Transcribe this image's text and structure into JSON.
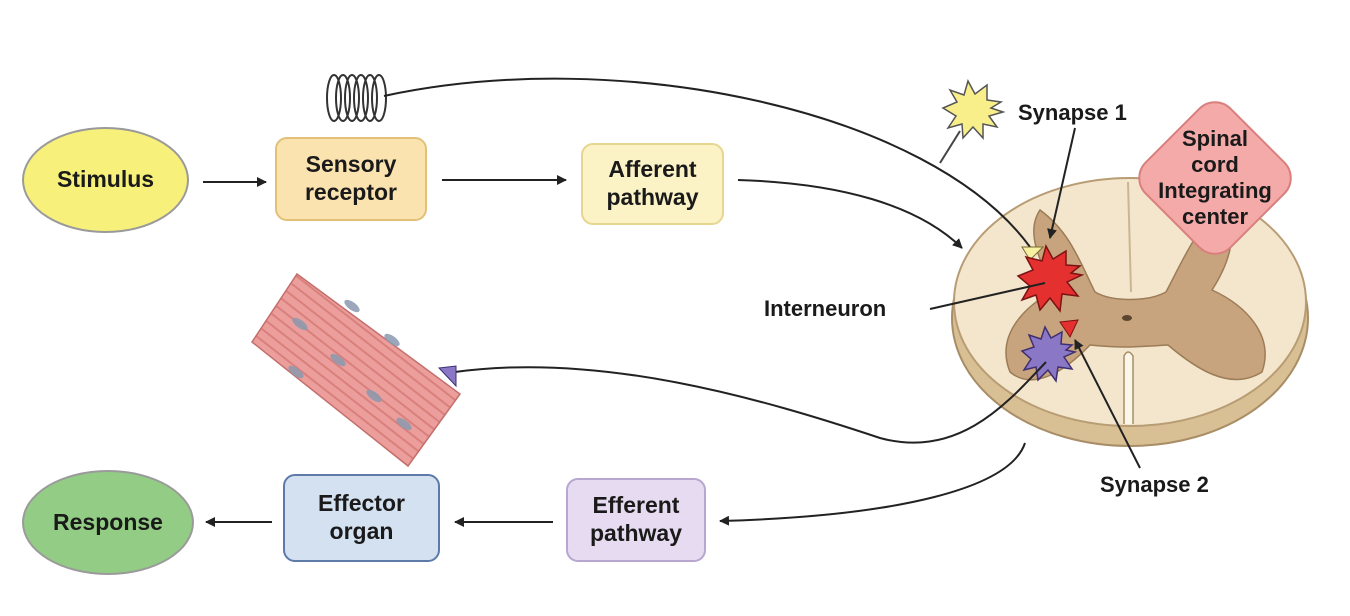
{
  "nodes": {
    "stimulus": "Stimulus",
    "sensory_receptor": "Sensory\nreceptor",
    "afferent_pathway": "Afferent\npathway",
    "integrating_center": "Spinal\ncord\nIntegrating\ncenter",
    "efferent_pathway": "Efferent\npathway",
    "effector_organ": "Effector\norgan",
    "response": "Response"
  },
  "labels": {
    "synapse_1": "Synapse 1",
    "interneuron": "Interneuron",
    "synapse_2": "Synapse 2"
  },
  "colors": {
    "stimulus_fill": "#f7f07a",
    "response_fill": "#93cc84",
    "sensory_fill": "#fbe3b0",
    "sensory_border": "#e2c07a",
    "afferent_fill": "#fbf2c6",
    "afferent_border": "#e6d690",
    "efferent_fill": "#e6dbf0",
    "efferent_border": "#b7a6cf",
    "effector_fill": "#d4e1f1",
    "effector_border": "#5d7aa8",
    "integrating_fill": "#f4aaa8",
    "integrating_border": "#d97f7e",
    "spinal_cord_white": "#f3e6cc",
    "spinal_cord_gray": "#c8a47e",
    "muscle": "#e89a98",
    "interneuron": "#e53030",
    "motor_neuron": "#8a78c7",
    "sensory_ending": "#f8ef8a"
  }
}
